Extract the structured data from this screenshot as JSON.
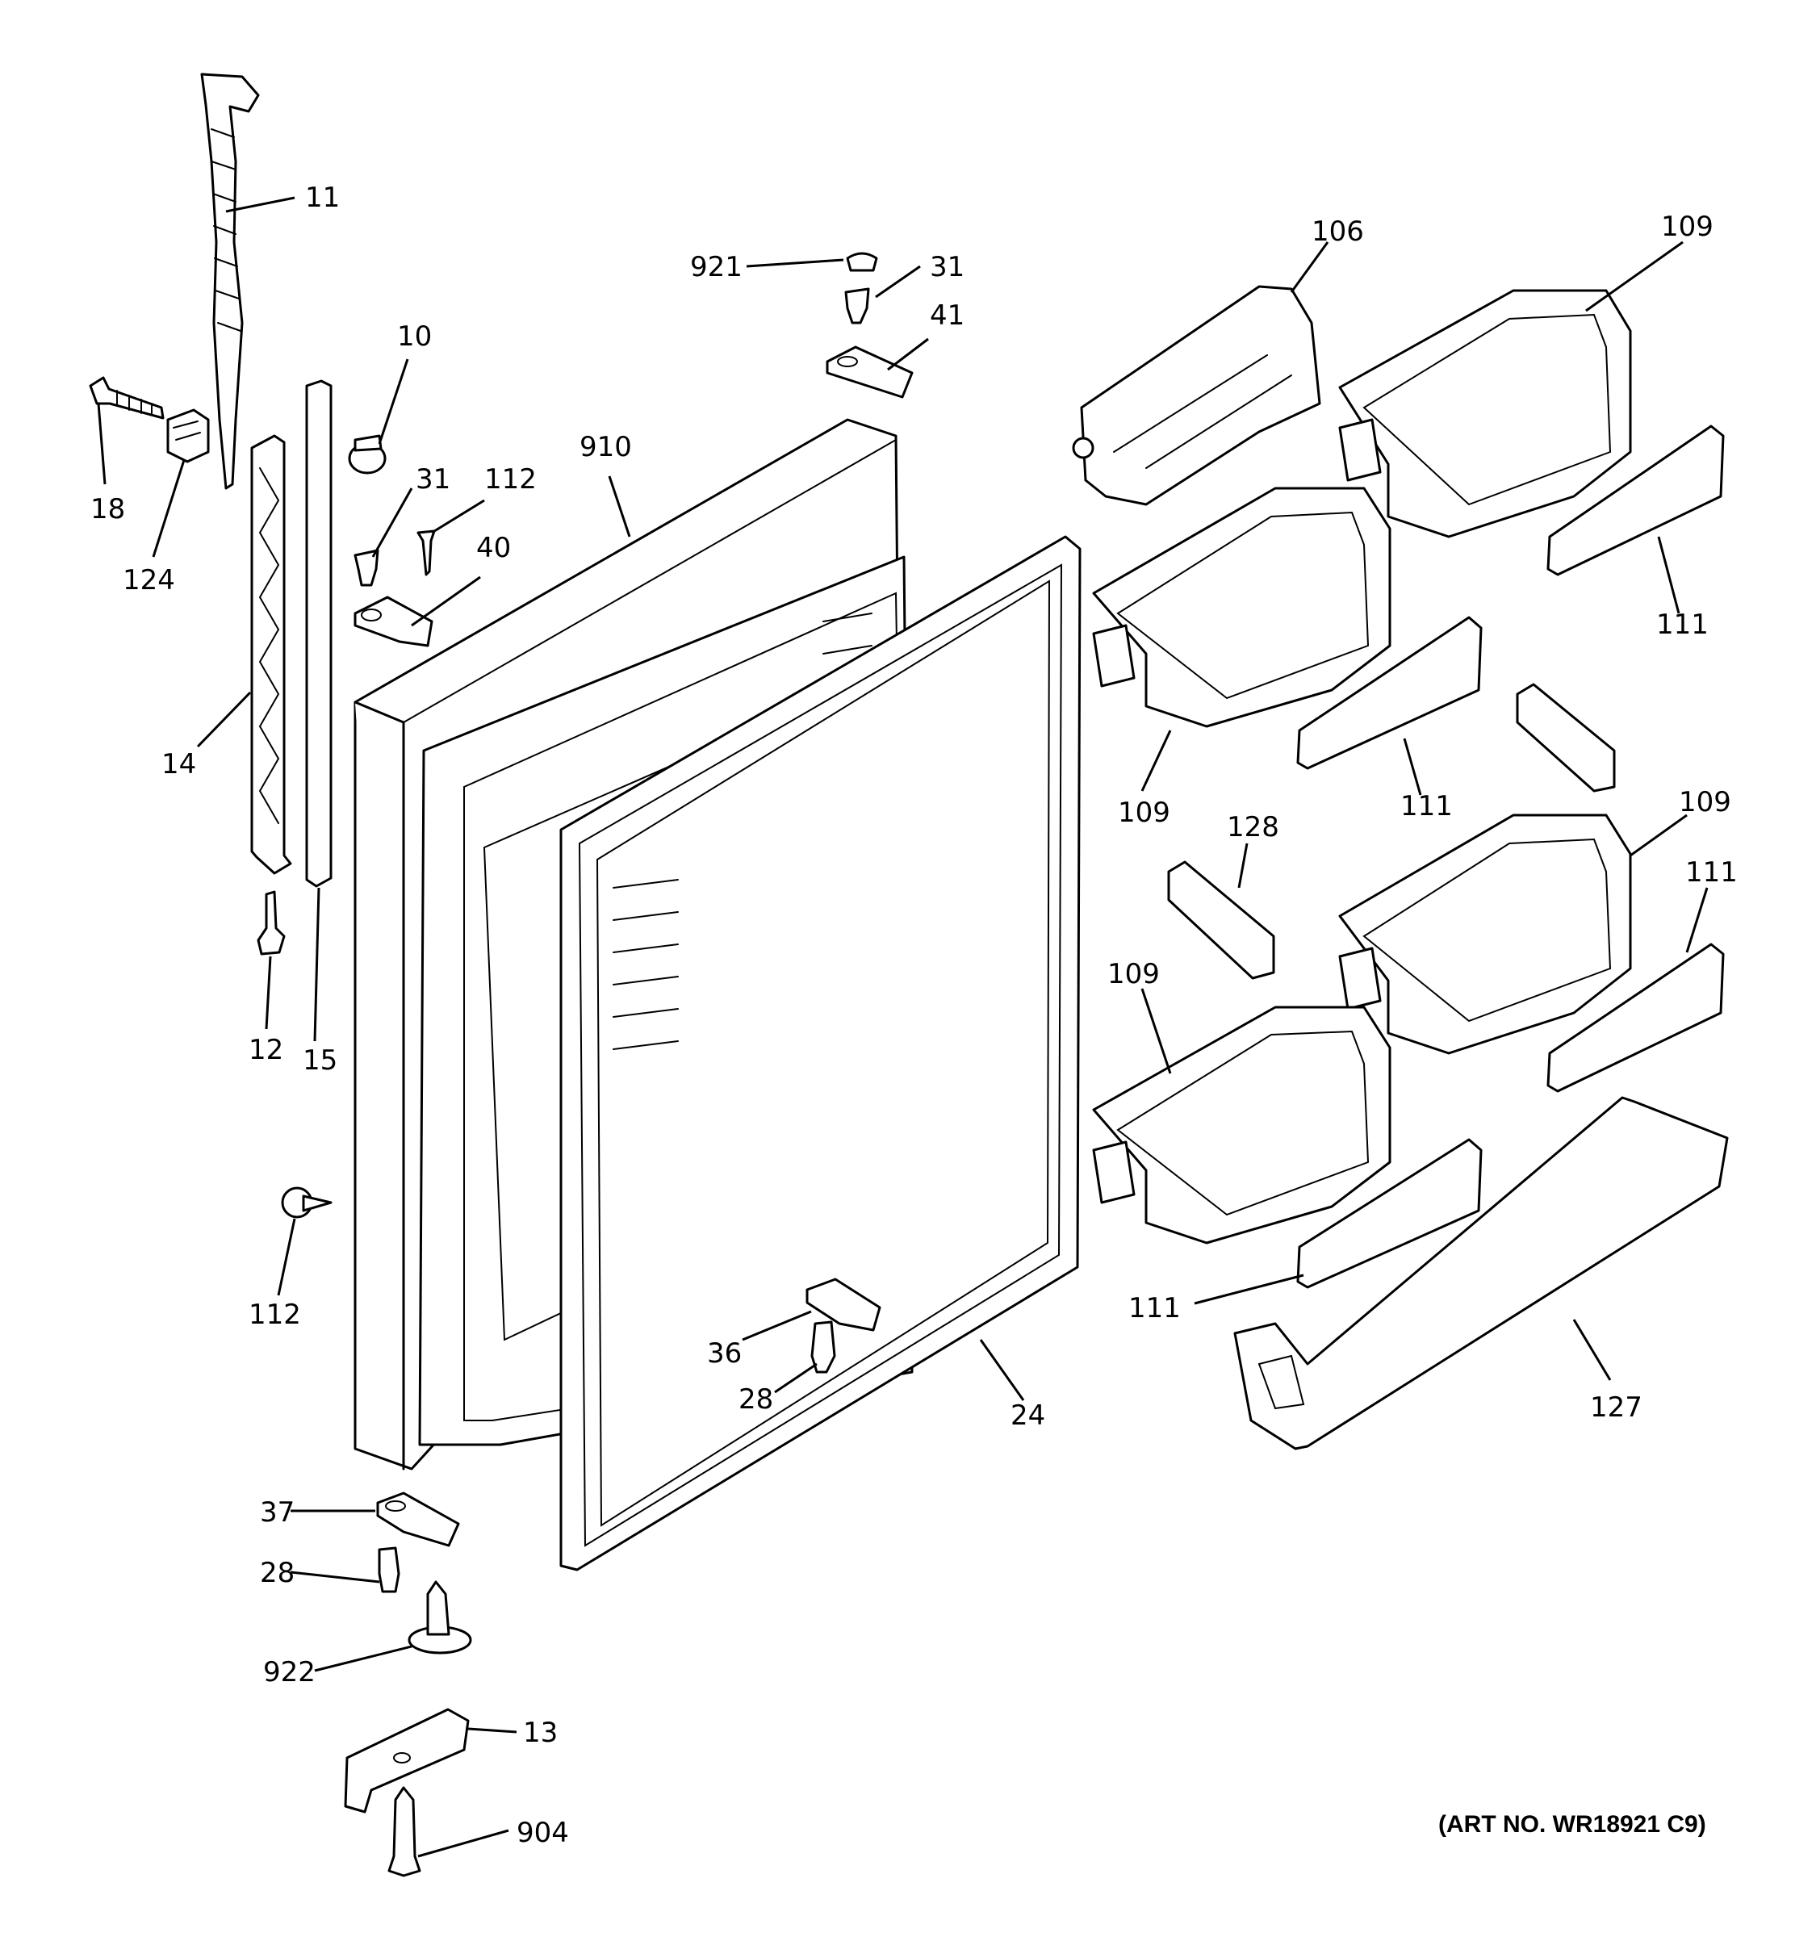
{
  "diagram": {
    "callouts": {
      "c11": "11",
      "c18": "18",
      "c124": "124",
      "c10": "10",
      "c910": "910",
      "c921": "921",
      "c31a": "31",
      "c41": "41",
      "c31b": "31",
      "c112a": "112",
      "c40": "40",
      "c14": "14",
      "c12": "12",
      "c15": "15",
      "c112b": "112",
      "c106": "106",
      "c109a": "109",
      "c111a": "111",
      "c109b": "109",
      "c111b": "111",
      "c128": "128",
      "c109c": "109",
      "c111c": "111",
      "c109d": "109",
      "c111d": "111",
      "c127": "127",
      "c36": "36",
      "c28a": "28",
      "c24": "24",
      "c37": "37",
      "c28b": "28",
      "c922": "922",
      "c13": "13",
      "c904": "904"
    },
    "art_number": "(ART NO. WR18921 C9)"
  }
}
